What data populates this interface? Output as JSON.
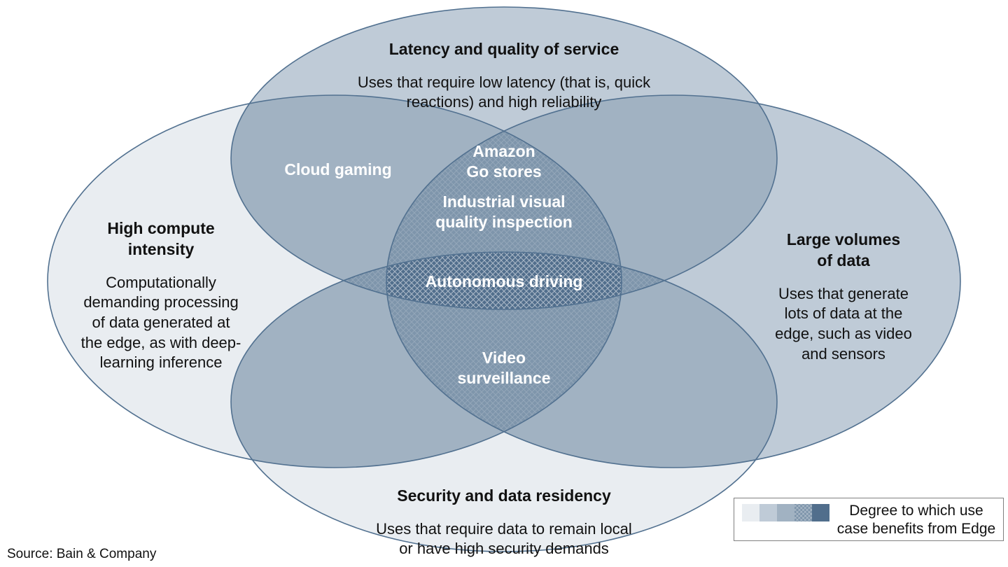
{
  "figure": {
    "criteria": {
      "top": {
        "title": "Latency and quality of service",
        "desc": "Uses that require low latency (that is, quick\nreactions) and high reliability"
      },
      "left": {
        "title": "High compute\nintensity",
        "desc": "Computationally\ndemanding processing\nof data generated at\nthe edge, as with deep-\nlearning inference"
      },
      "right": {
        "title": "Large volumes\nof data",
        "desc": "Uses that generate\nlots of data at the\nedge, such as video\nand sensors"
      },
      "bottom": {
        "title": "Security and data residency",
        "desc": "Uses that require data to remain local\nor have high security demands"
      }
    },
    "use_cases": {
      "cloud_gaming": "Cloud gaming",
      "amazon": "Amazon\nGo stores",
      "industrial": "Industrial visual\nquality inspection",
      "autonomous": "Autonomous driving",
      "video": "Video\nsurveillance"
    }
  },
  "legend": {
    "label": "Degree to which use\ncase benefits from Edge"
  },
  "source": "Source: Bain & Company",
  "palette": {
    "level1": "#e9edf1",
    "level2": "#bfcbd7",
    "level3": "#a1b2c2",
    "level4": "#7e95ab",
    "level5": "#516e8c",
    "outline": "#527190",
    "legend_border": "#808080"
  }
}
